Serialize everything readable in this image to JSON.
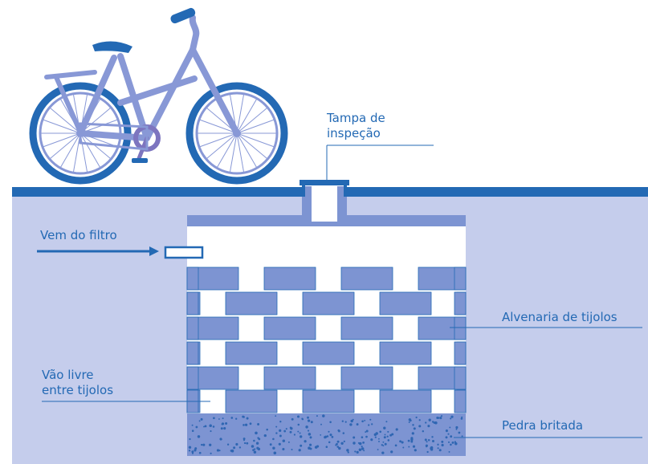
{
  "labels": {
    "inspection_cover": "Tampa de\ninspeção",
    "from_filter": "Vem do filtro",
    "brick_masonry": "Alvenaria de tijolos",
    "gap_between_bricks": "Vão livre\nentre tijolos",
    "crushed_stone": "Pedra britada"
  },
  "colors": {
    "ground": "#c5cdec",
    "surface": "#2369b4",
    "brick": "#7d94d2",
    "label": "#2369b4",
    "bike_frame": "#8898d6",
    "bike_wheel": "#2369b4",
    "stones": "#2f66b2"
  },
  "icons": {
    "bicycle": "bicycle-icon"
  }
}
